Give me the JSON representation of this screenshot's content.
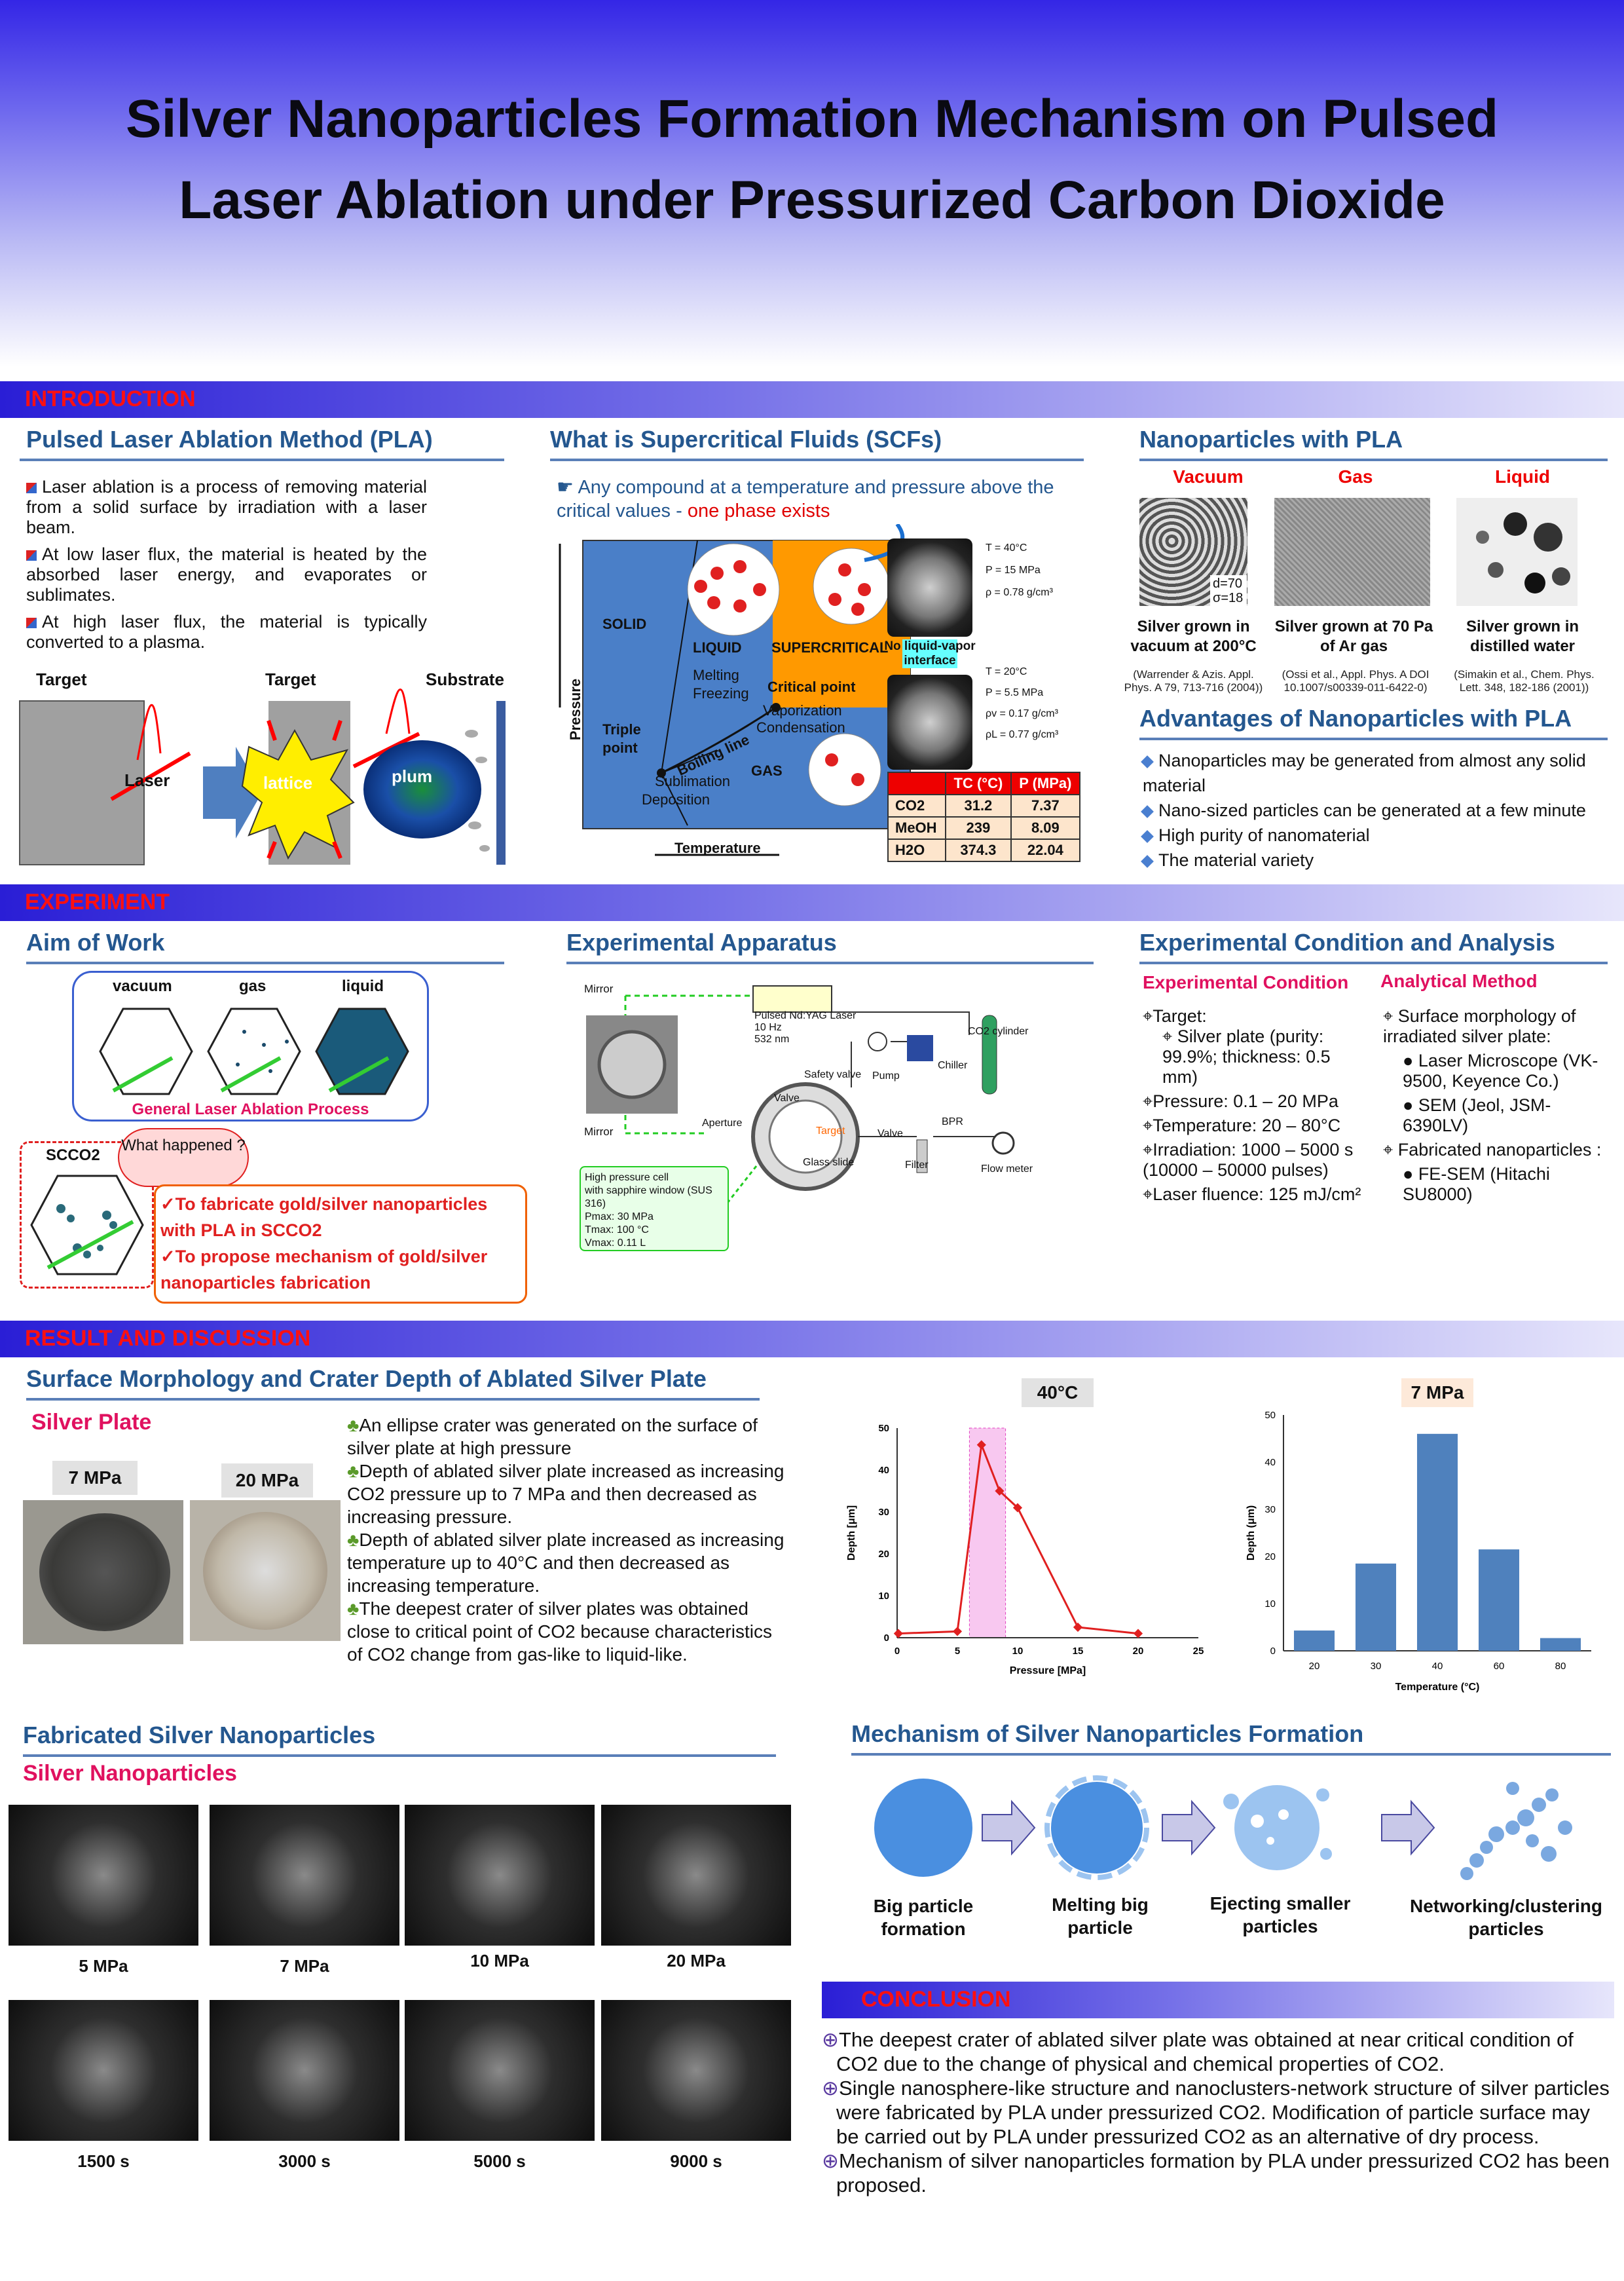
{
  "title": {
    "line1": "Silver Nanoparticles Formation Mechanism on Pulsed",
    "line2": "Laser Ablation under Pressurized Carbon Dioxide"
  },
  "sections": {
    "intro": "INTRODUCTION",
    "experiment": "EXPERIMENT",
    "result": "RESULT AND DISCUSSION",
    "conclusion": "CONCLUSION"
  },
  "pla": {
    "heading": "Pulsed Laser Ablation Method (PLA)",
    "bullets": [
      "Laser ablation is a process of removing material from a solid surface by irradiation with a laser beam.",
      "At low laser flux, the material is heated by the absorbed laser energy, and evaporates or sublimates.",
      "At high laser flux, the material is typically converted to a plasma."
    ],
    "labels": {
      "target1": "Target",
      "target2": "Target",
      "substrate": "Substrate",
      "laser": "Laser",
      "lattice": "lattice",
      "plum": "plum"
    }
  },
  "scf": {
    "heading": "What is Supercritical Fluids (SCFs)",
    "intro": "Any compound at a temperature and pressure above the critical values - ",
    "intro_red": "one phase exists",
    "phase": {
      "solid": "SOLID",
      "liquid": "LIQUID",
      "supercritical": "SUPERCRITICAL",
      "gas": "GAS",
      "melting": "Melting",
      "freezing": "Freezing",
      "critical": "Critical point",
      "vaporization": "Vaporization",
      "condensation": "Condensation",
      "triple": "Triple point",
      "boiling": "Boiling line",
      "sublimation": "Sublimation",
      "deposition": "Deposition",
      "pressure": "Pressure",
      "temperature": "Temperature"
    },
    "photo1": [
      "T = 40°C",
      "P = 15 MPa",
      "ρ = 0.78 g/cm³"
    ],
    "nolv": "No liquid-vapor interface",
    "photo2": [
      "T = 20°C",
      "P = 5.5 MPa",
      "ρv = 0.17 g/cm³",
      "ρL = 0.77 g/cm³"
    ],
    "table": {
      "headers": [
        "",
        "TC (°C)",
        "P (MPa)"
      ],
      "rows": [
        [
          "CO2",
          "31.2",
          "7.37"
        ],
        [
          "MeOH",
          "239",
          "8.09"
        ],
        [
          "H2O",
          "374.3",
          "22.04"
        ]
      ]
    }
  },
  "npla": {
    "heading": "Nanoparticles with PLA",
    "cols": [
      {
        "title": "Vacuum",
        "caption": "Silver grown in vacuum at 200°C",
        "ref": "(Warrender & Azis. Appl. Phys. A 79, 713-716 (2004))",
        "inset": "d=70 σ=18"
      },
      {
        "title": "Gas",
        "caption": "Silver grown at 70 Pa of Ar gas",
        "ref": "(Ossi et al., Appl. Phys. A DOI 10.1007/s00339-011-6422-0)"
      },
      {
        "title": "Liquid",
        "caption": "Silver grown in distilled water",
        "ref": "(Simakin et al., Chem. Phys. Lett. 348, 182-186 (2001))"
      }
    ]
  },
  "adv": {
    "heading": "Advantages of Nanoparticles with PLA",
    "items": [
      "Nanoparticles may be generated from almost any solid material",
      "Nano-sized particles can be generated at a few minute",
      "High purity of nanomaterial",
      "The material variety"
    ]
  },
  "aim": {
    "heading": "Aim of Work",
    "vacuum": "vacuum",
    "gas": "gas",
    "liquid": "liquid",
    "process": "General Laser Ablation Process",
    "scco2": "SCCO2",
    "bubble": "What happened ?",
    "goals": [
      "To fabricate gold/silver nanoparticles with PLA in SCCO2",
      "To propose mechanism of gold/silver nanoparticles fabrication"
    ]
  },
  "app": {
    "heading": "Experimental Apparatus",
    "labels": [
      "Mirror",
      "Pulsed Nd:YAG Laser",
      "10 Hz",
      "532 nm",
      "CO2 cylinder",
      "Safety valve",
      "Pump",
      "Chiller",
      "Valve",
      "Mirror",
      "Aperture",
      "Target",
      "Glass slide",
      "Valve",
      "BPR",
      "Filter",
      "Flow meter"
    ],
    "cell": [
      "High pressure cell",
      "with sapphire window (SUS 316)",
      "Pmax: 30 MPa",
      "Tmax: 100 °C",
      "Vmax: 0.11 L"
    ]
  },
  "cond": {
    "heading": "Experimental Condition and Analysis",
    "cond_title": "Experimental Condition",
    "anal_title": "Analytical Method",
    "cond_items": [
      "Target:",
      "Silver plate (purity: 99.9%; thickness: 0.5 mm)",
      "Pressure: 0.1 – 20 MPa",
      "Temperature: 20 – 80°C",
      "Irradiation: 1000 – 5000 s (10000 – 50000 pulses)",
      "Laser fluence: 125 mJ/cm²"
    ],
    "anal_items": [
      "Surface morphology of irradiated silver plate:",
      "Laser Microscope (VK-9500, Keyence Co.)",
      "SEM (Jeol, JSM-6390LV)",
      "Fabricated nanoparticles :",
      "FE-SEM (Hitachi SU8000)"
    ]
  },
  "surf": {
    "heading": "Surface Morphology and Crater Depth of Ablated Silver Plate",
    "sub": "Silver Plate",
    "p1": "7 MPa",
    "p2": "20 MPa",
    "bullets": [
      "An ellipse crater was generated on the surface of silver plate at high pressure",
      "Depth of ablated silver plate increased as increasing CO2 pressure up to 7 MPa and then decreased as increasing pressure.",
      "Depth of ablated silver plate increased as increasing temperature up to 40°C and then decreased as increasing temperature.",
      "The deepest crater of silver plates was obtained close to critical point of CO2 because characteristics of CO2 change from gas-like to liquid-like."
    ]
  },
  "chart_data": [
    {
      "type": "line",
      "title": "40°C",
      "xlabel": "Pressure [MPa]",
      "ylabel": "Depth [μm]",
      "xlim": [
        0,
        25
      ],
      "ylim": [
        0,
        50
      ],
      "xticks": [
        0,
        5,
        10,
        15,
        20,
        25
      ],
      "yticks": [
        0,
        10,
        20,
        30,
        40,
        50
      ],
      "x": [
        0.1,
        5,
        7,
        8.5,
        10,
        15,
        20
      ],
      "y": [
        1,
        1.5,
        46,
        35,
        31,
        2.5,
        1
      ],
      "color": "#e02020",
      "highlight": [
        6,
        9
      ]
    },
    {
      "type": "bar",
      "title": "7 MPa",
      "xlabel": "Temperature (°C)",
      "ylabel": "Depth (μm)",
      "ylim": [
        0,
        50
      ],
      "yticks": [
        0,
        10,
        20,
        30,
        40,
        50
      ],
      "categories": [
        "20",
        "30",
        "40",
        "60",
        "80"
      ],
      "values": [
        4.3,
        18.5,
        46,
        21.5,
        2.7
      ],
      "color": "#4f81bd"
    }
  ],
  "fab": {
    "heading": "Fabricated Silver Nanoparticles",
    "sub": "Silver Nanoparticles",
    "row1": [
      "5 MPa",
      "7 MPa",
      "10 MPa",
      "20 MPa"
    ],
    "row2": [
      "1500 s",
      "3000 s",
      "5000 s",
      "9000 s"
    ]
  },
  "mech": {
    "heading": "Mechanism of Silver Nanoparticles Formation",
    "steps": [
      "Big particle formation",
      "Melting big particle",
      "Ejecting smaller particles",
      "Networking/clustering particles"
    ]
  },
  "concl": {
    "items": [
      "The deepest crater of ablated silver plate was obtained at near critical condition of CO2 due to the change of physical and chemical properties of CO2.",
      "Single nanosphere-like structure and nanoclusters-network structure of silver particles were fabricated by PLA under pressurized CO2. Modification of particle surface may be carried out by PLA under pressurized CO2 as an alternative of dry process.",
      "Mechanism of silver nanoparticles formation by PLA under pressurized CO2 has been proposed."
    ]
  }
}
